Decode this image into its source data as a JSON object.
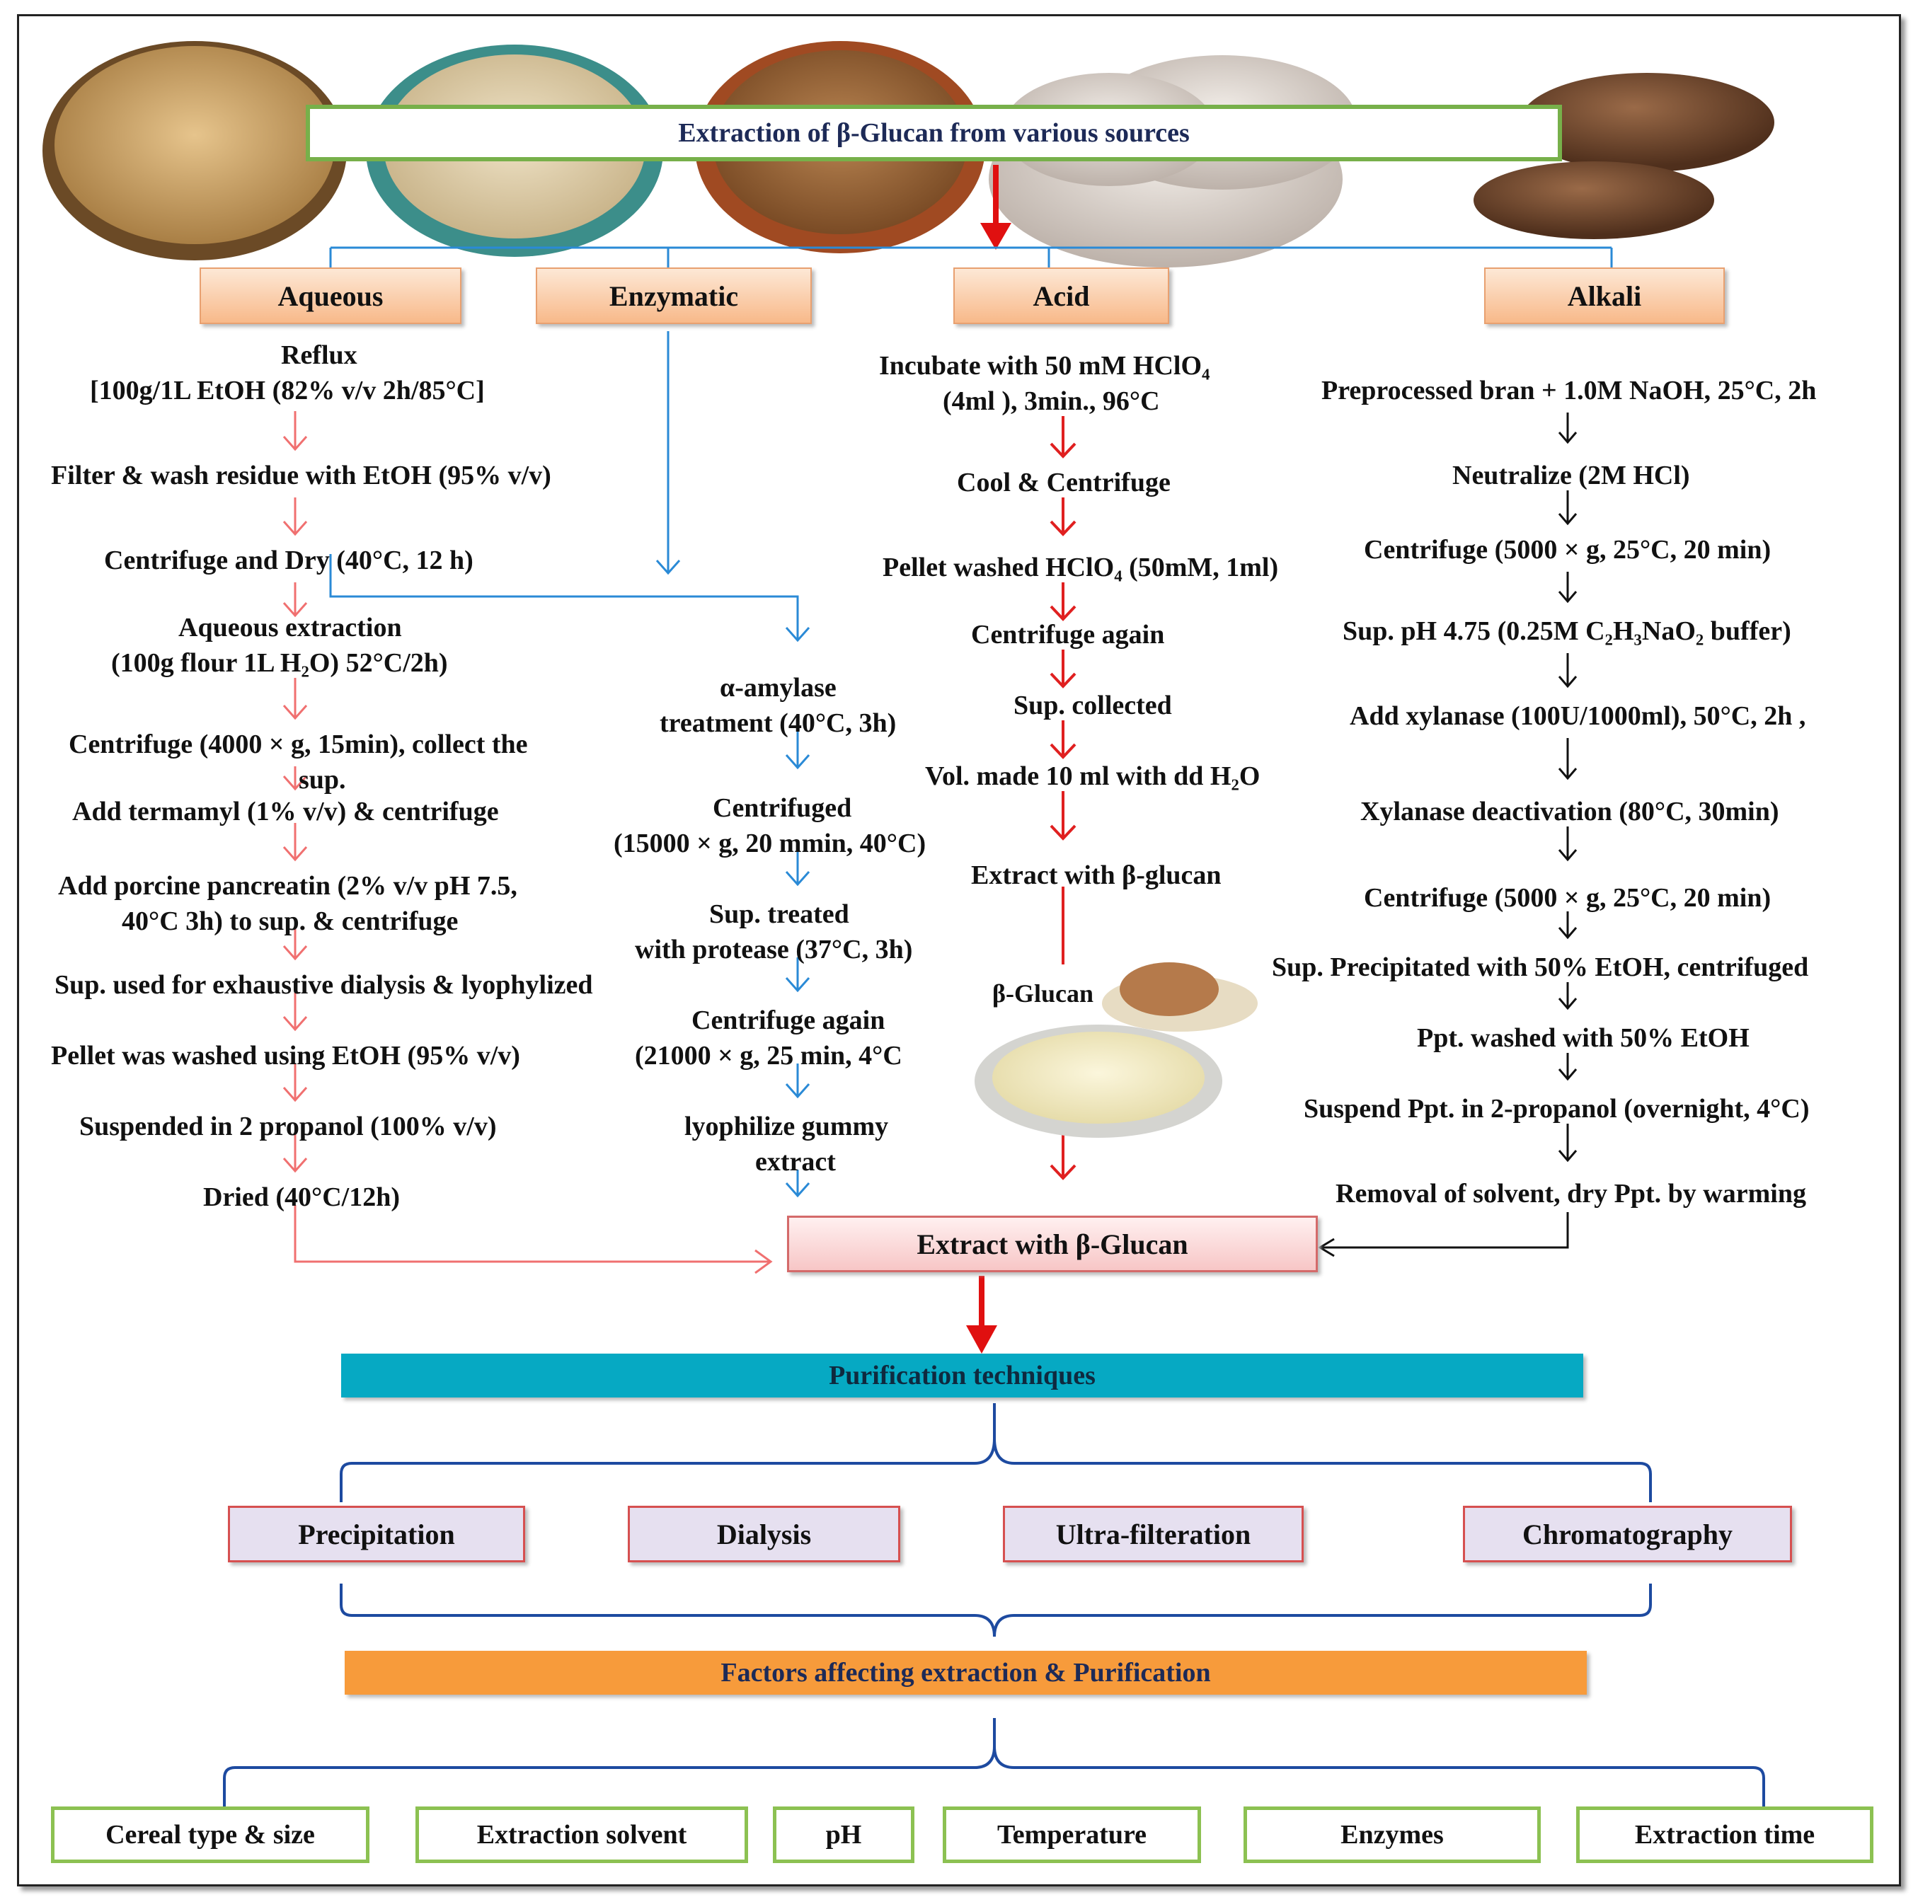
{
  "title": "Extraction of  β-Glucan from various  sources",
  "methods": {
    "aqueous": "Aqueous",
    "enzymatic": "Enzymatic",
    "acid": "Acid",
    "alkali": "Alkali"
  },
  "aqueous_steps": {
    "s1a": "Reflux",
    "s1b": "[100g/1L EtOH (82% v/v 2h/85°C]",
    "s2": "Filter & wash residue with EtOH (95% v/v)",
    "s3": "Centrifuge and Dry (40°C, 12 h)",
    "s4a": "Aqueous extraction",
    "s4b": "(100g flour 1L H₂O) 52°C/2h)",
    "s5a": "Centrifuge (4000  × g, 15min), collect the",
    "s5b": "sup.",
    "s6": "Add termamyl  (1% v/v) & centrifuge",
    "s7a": "Add porcine pancreatin  (2% v/v pH 7.5,",
    "s7b": "40°C 3h)  to sup. & centrifuge",
    "s8": "Sup. used for exhaustive dialysis & lyophylized",
    "s9": "Pellet was washed using EtOH (95% v/v)",
    "s10": "Suspended in 2 propanol (100% v/v)",
    "s11": "Dried (40°C/12h)"
  },
  "enzymatic_steps": {
    "s1a": "α-amylase",
    "s1b": "treatment (40°C, 3h)",
    "s2a": "Centrifuged",
    "s2b": "(15000  × g, 20 mmin, 40°C)",
    "s3a": "Sup. treated",
    "s3b": "with protease (37°C, 3h)",
    "s4a": "Centrifuge again",
    "s4b": "(21000  × g, 25 min, 4°C",
    "s5a": "lyophilize  gummy",
    "s5b": "extract"
  },
  "acid_steps": {
    "s1a": "Incubate  with 50 mM  HClO₄",
    "s1b": "(4ml ), 3min., 96°C",
    "s2": "Cool & Centrifuge",
    "s3": "Pellet  washed HClO₄ (50mM, 1ml)",
    "s4": "Centrifuge again",
    "s5": "Sup. collected",
    "s6": "Vol. made 10 ml with dd  H₂O",
    "s7": "Extract with  β-glucan",
    "img_label": "β-Glucan"
  },
  "alkali_steps": {
    "s1": "Preprocessed bran + 1.0M NaOH, 25°C, 2h",
    "s2": "Neutralize (2M HCl)",
    "s3": "Centrifuge (5000  × g, 25°C, 20 min)",
    "s4": "Sup. pH 4.75 (0.25M C₂H₃NaO₂ buffer)",
    "s5": "Add xylanase (100U/1000ml), 50°C, 2h ,",
    "s6": "Xylanase deactivation (80°C, 30min)",
    "s7": "Centrifuge (5000  × g, 25°C, 20 min)",
    "s8": "Sup. Precipitated with 50% EtOH, centrifuged",
    "s9": "Ppt. washed with 50% EtOH",
    "s10": "Suspend Ppt. in 2-propanol (overnight, 4°C)",
    "s11": "Removal of solvent, dry Ppt. by warming"
  },
  "extract_box": "Extract with β-Glucan",
  "purification_title": "Purification techniques",
  "purification": [
    "Precipitation",
    "Dialysis",
    "Ultra-filteration",
    "Chromatography"
  ],
  "factors_title": "Factors affecting extraction & Purification",
  "factors": [
    "Cereal type & size",
    "Extraction solvent",
    "pH",
    "Temperature",
    "Enzymes",
    "Extraction time"
  ],
  "colors": {
    "aqueous_arrow": "#f07070",
    "enzymatic_arrow": "#2a8ad6",
    "acid_arrow": "#e02020",
    "alkali_arrow": "#111111",
    "bracket": "#1d4aa0",
    "connector": "#2a8ad6",
    "main_arrow": "#e01010"
  },
  "images": [
    "barley-grain-bowl",
    "oat-flakes-bowl",
    "oat-grain-bowl",
    "oyster-mushroom",
    "shiitake-mushroom",
    "oat-bowl-small",
    "glucan-powder-dish"
  ]
}
